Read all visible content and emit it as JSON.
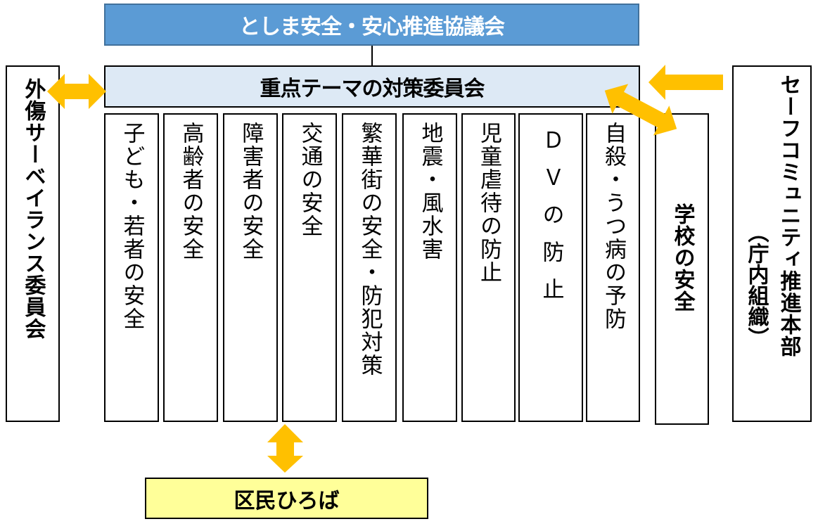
{
  "diagram": {
    "title": "としま安全・安心推進協議会",
    "committee": "重点テーマの対策委員会",
    "left_box": "外傷サーベイランス委員会",
    "right_box": {
      "line1": "セーフコミュニティ推進本部",
      "line2": "（庁内組織）"
    },
    "school_box": "学校の安全",
    "bottom_box": "区民ひろば",
    "themes": [
      {
        "label": "子ども・若者の安全"
      },
      {
        "label": "高齢者の安全"
      },
      {
        "label": "障害者の安全"
      },
      {
        "label": "交通の安全"
      },
      {
        "label": "繁華街の安全・防犯対策"
      },
      {
        "label": "地震・風水害"
      },
      {
        "label": "児童虐待の防止"
      },
      {
        "label": "ＤＶの防止"
      },
      {
        "label": "自殺・うつ病の予防"
      }
    ],
    "colors": {
      "title_bg": "#5b9bd5",
      "committee_bg": "#dde9f5",
      "arrow": "#ffc000",
      "bottom_bg": "#ffff99"
    },
    "icons": {
      "left_arrow": "double-arrow-horizontal-icon",
      "right_arrow": "arrow-left-icon",
      "school_arrow": "double-arrow-diagonal-icon",
      "bottom_arrow": "double-arrow-vertical-icon"
    }
  }
}
